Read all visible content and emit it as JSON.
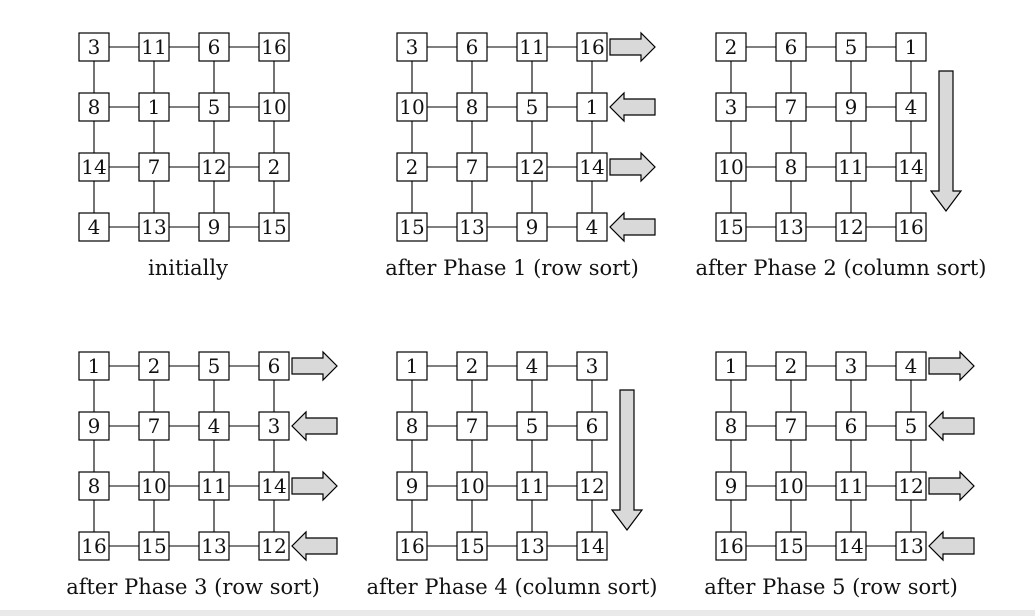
{
  "colors": {
    "arrow_fill": "#d9d9d9",
    "stroke": "#000000",
    "background": "#ffffff"
  },
  "panels": [
    {
      "caption": "initially",
      "grid": [
        [
          3,
          11,
          6,
          16
        ],
        [
          8,
          1,
          5,
          10
        ],
        [
          14,
          7,
          12,
          2
        ],
        [
          4,
          13,
          9,
          15
        ]
      ],
      "arrows": "none"
    },
    {
      "caption": "after Phase 1 (row sort)",
      "grid": [
        [
          3,
          6,
          11,
          16
        ],
        [
          10,
          8,
          5,
          1
        ],
        [
          2,
          7,
          12,
          14
        ],
        [
          15,
          13,
          9,
          4
        ]
      ],
      "arrows": "rows",
      "row_directions": [
        "right",
        "left",
        "right",
        "left"
      ]
    },
    {
      "caption": "after Phase 2 (column sort)",
      "grid": [
        [
          2,
          6,
          5,
          1
        ],
        [
          3,
          7,
          9,
          4
        ],
        [
          10,
          8,
          11,
          14
        ],
        [
          15,
          13,
          12,
          16
        ]
      ],
      "arrows": "column",
      "column_direction": "down"
    },
    {
      "caption": "after Phase 3 (row sort)",
      "grid": [
        [
          1,
          2,
          5,
          6
        ],
        [
          9,
          7,
          4,
          3
        ],
        [
          8,
          10,
          11,
          14
        ],
        [
          16,
          15,
          13,
          12
        ]
      ],
      "arrows": "rows",
      "row_directions": [
        "right",
        "left",
        "right",
        "left"
      ]
    },
    {
      "caption": "after Phase 4 (column sort)",
      "grid": [
        [
          1,
          2,
          4,
          3
        ],
        [
          8,
          7,
          5,
          6
        ],
        [
          9,
          10,
          11,
          12
        ],
        [
          16,
          15,
          13,
          14
        ]
      ],
      "arrows": "column",
      "column_direction": "down"
    },
    {
      "caption": "after Phase 5 (row sort)",
      "grid": [
        [
          1,
          2,
          3,
          4
        ],
        [
          8,
          7,
          6,
          5
        ],
        [
          9,
          10,
          11,
          12
        ],
        [
          16,
          15,
          14,
          13
        ]
      ],
      "arrows": "rows",
      "row_directions": [
        "right",
        "left",
        "right",
        "left"
      ]
    }
  ]
}
